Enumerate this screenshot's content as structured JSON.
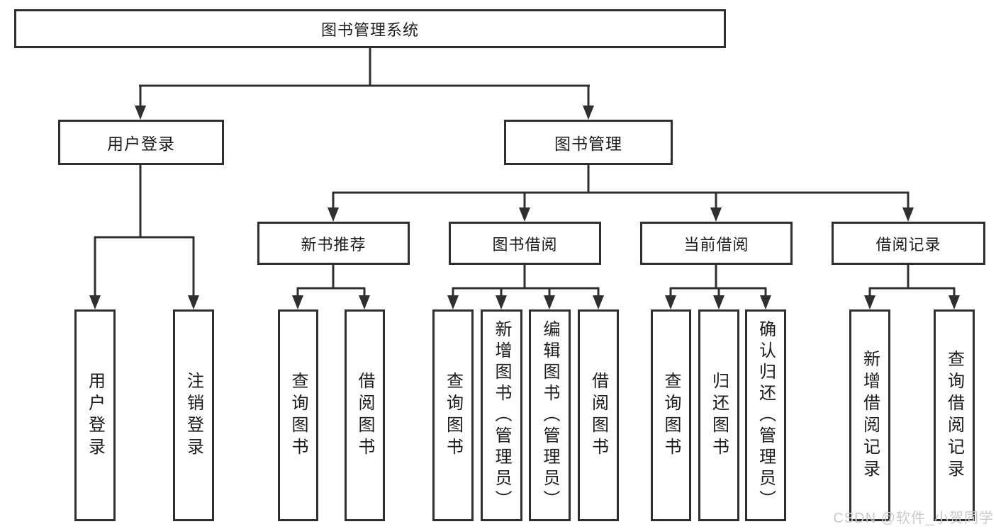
{
  "diagram": {
    "root": {
      "label": "图书管理系统",
      "children": [
        {
          "label": "用户登录",
          "children": [
            {
              "label": "用户登录"
            },
            {
              "label": "注销登录"
            }
          ]
        },
        {
          "label": "图书管理",
          "children": [
            {
              "label": "新书推荐",
              "children": [
                {
                  "label": "查询图书"
                },
                {
                  "label": "借阅图书"
                }
              ]
            },
            {
              "label": "图书借阅",
              "children": [
                {
                  "label": "查询图书"
                },
                {
                  "label": "新增图书（管理员）"
                },
                {
                  "label": "编辑图书（管理员）"
                },
                {
                  "label": "借阅图书"
                }
              ]
            },
            {
              "label": "当前借阅",
              "children": [
                {
                  "label": "查询图书"
                },
                {
                  "label": "归还图书"
                },
                {
                  "label": "确认归还（管理员）"
                }
              ]
            },
            {
              "label": "借阅记录",
              "children": [
                {
                  "label": "新增借阅记录"
                },
                {
                  "label": "查询借阅记录"
                }
              ]
            }
          ]
        }
      ]
    }
  },
  "watermark": {
    "text": "CSDN @软件_小贺同学",
    "color": "#c9c9c9"
  },
  "colors": {
    "line": "#2f2f2f",
    "box_border": "#2f2f2f",
    "text": "#1c1c1c",
    "background": "#ffffff",
    "watermark": "#c9c9c9"
  }
}
